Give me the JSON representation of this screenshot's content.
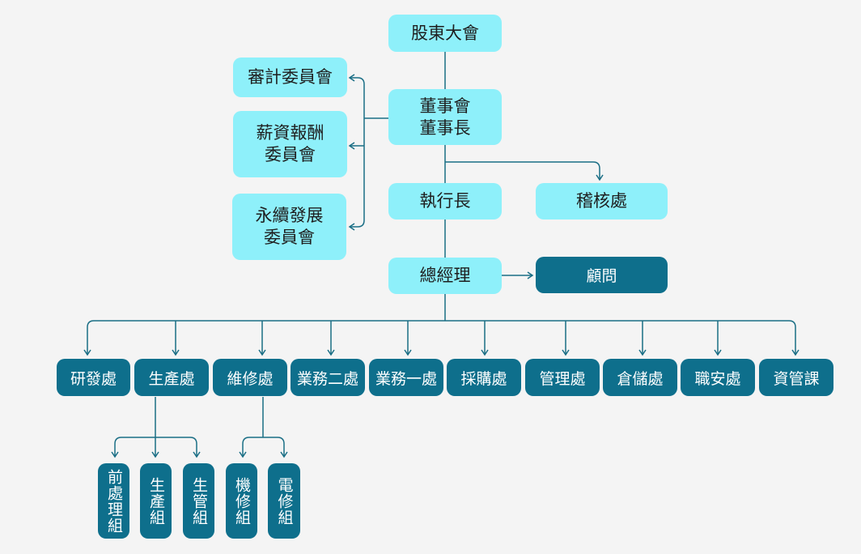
{
  "shareholders": "股東大會",
  "board": "董事會\n董事長",
  "committees": {
    "audit": "審計委員會",
    "compensation": "薪資報酬\n委員會",
    "sustainability": "永續發展\n委員會"
  },
  "ceo": "執行長",
  "internal_audit": "稽核處",
  "gm": "總經理",
  "advisor": "顧問",
  "departments": [
    "研發處",
    "生產處",
    "維修處",
    "業務二處",
    "業務一處",
    "採購處",
    "管理處",
    "倉儲處",
    "職安處",
    "資管課"
  ],
  "production_groups": [
    "前處理組",
    "生產組",
    "生管組"
  ],
  "maintenance_groups": [
    "機修組",
    "電修組"
  ],
  "colors": {
    "light_box": "#8ef0fa",
    "dark_box": "#0e6f8c",
    "connector": "#1a6e85",
    "background": "#f4f4f4"
  }
}
